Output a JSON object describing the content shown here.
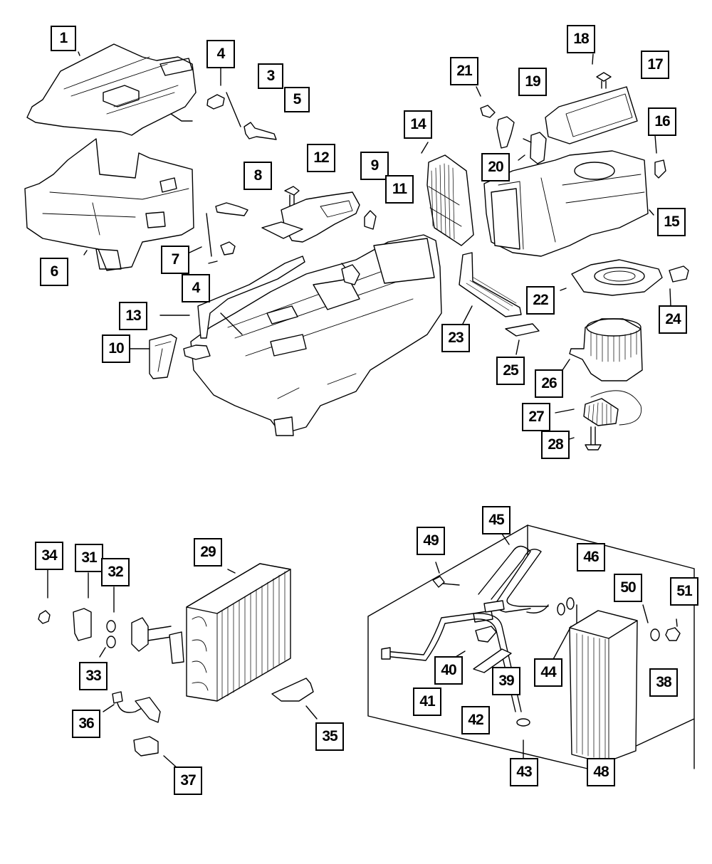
{
  "diagram": {
    "type": "exploded parts diagram",
    "subject": "HVAC housing, blower, evaporator and heater core assembly",
    "callouts": [
      {
        "id": "1",
        "label": "1"
      },
      {
        "id": "3",
        "label": "3"
      },
      {
        "id": "4a",
        "label": "4"
      },
      {
        "id": "5",
        "label": "5"
      },
      {
        "id": "6",
        "label": "6"
      },
      {
        "id": "7",
        "label": "7"
      },
      {
        "id": "4b",
        "label": "4"
      },
      {
        "id": "8",
        "label": "8"
      },
      {
        "id": "9",
        "label": "9"
      },
      {
        "id": "10",
        "label": "10"
      },
      {
        "id": "11",
        "label": "11"
      },
      {
        "id": "12",
        "label": "12"
      },
      {
        "id": "13",
        "label": "13"
      },
      {
        "id": "14",
        "label": "14"
      },
      {
        "id": "15",
        "label": "15"
      },
      {
        "id": "16",
        "label": "16"
      },
      {
        "id": "17",
        "label": "17"
      },
      {
        "id": "18",
        "label": "18"
      },
      {
        "id": "19",
        "label": "19"
      },
      {
        "id": "20",
        "label": "20"
      },
      {
        "id": "21",
        "label": "21"
      },
      {
        "id": "22",
        "label": "22"
      },
      {
        "id": "23",
        "label": "23"
      },
      {
        "id": "24",
        "label": "24"
      },
      {
        "id": "25",
        "label": "25"
      },
      {
        "id": "26",
        "label": "26"
      },
      {
        "id": "27",
        "label": "27"
      },
      {
        "id": "28",
        "label": "28"
      },
      {
        "id": "29",
        "label": "29"
      },
      {
        "id": "31",
        "label": "31"
      },
      {
        "id": "32",
        "label": "32"
      },
      {
        "id": "33",
        "label": "33"
      },
      {
        "id": "34",
        "label": "34"
      },
      {
        "id": "35",
        "label": "35"
      },
      {
        "id": "36",
        "label": "36"
      },
      {
        "id": "37",
        "label": "37"
      },
      {
        "id": "38",
        "label": "38"
      },
      {
        "id": "39",
        "label": "39"
      },
      {
        "id": "40",
        "label": "40"
      },
      {
        "id": "41",
        "label": "41"
      },
      {
        "id": "42",
        "label": "42"
      },
      {
        "id": "43",
        "label": "43"
      },
      {
        "id": "44",
        "label": "44"
      },
      {
        "id": "45",
        "label": "45"
      },
      {
        "id": "46",
        "label": "46"
      },
      {
        "id": "48",
        "label": "48"
      },
      {
        "id": "49",
        "label": "49"
      },
      {
        "id": "50",
        "label": "50"
      },
      {
        "id": "51",
        "label": "51"
      }
    ]
  }
}
